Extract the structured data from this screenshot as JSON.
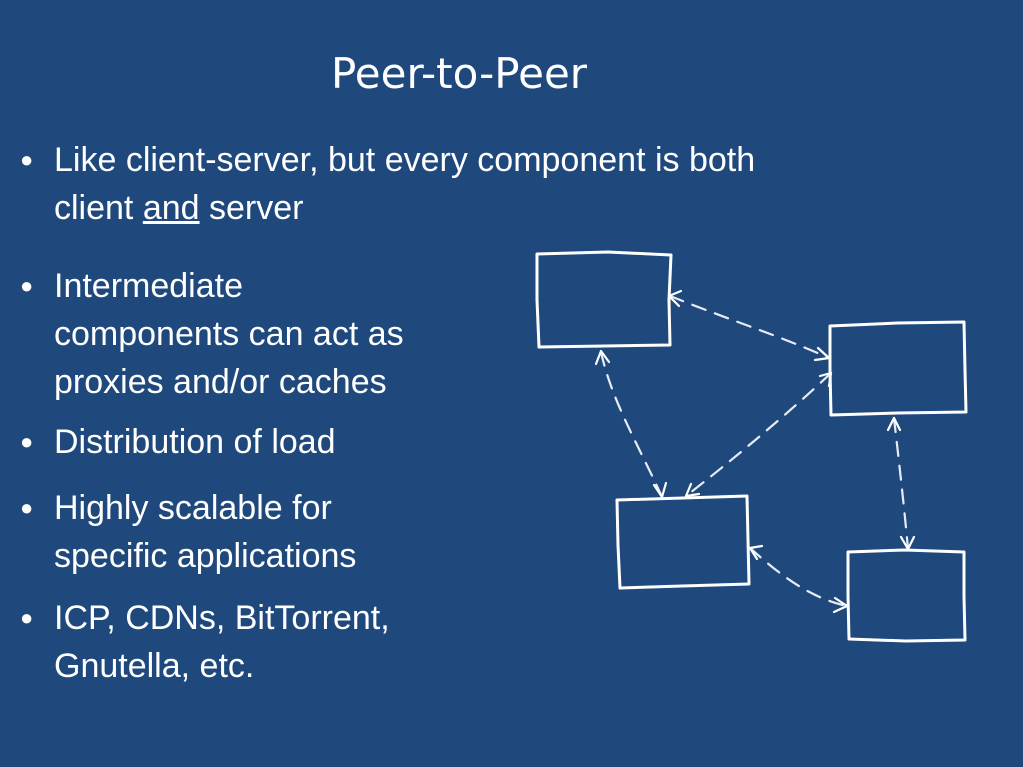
{
  "slide": {
    "title": "Peer-to-Peer",
    "bullet_glyph": "●",
    "bullets": [
      {
        "pre": "Like client-server, but every component is both\nclient ",
        "emph": "and",
        "post": " server"
      },
      {
        "text": "Intermediate\ncomponents can act as\nproxies and/or caches"
      },
      {
        "text": "Distribution of load"
      },
      {
        "text": "Highly scalable for\nspecific applications"
      },
      {
        "text": "ICP, CDNs, BitTorrent,\nGnutella, etc."
      }
    ]
  },
  "diagram": {
    "node_count": 4,
    "edges": [
      {
        "from": "node-top-left",
        "to": "node-right-upper",
        "bidirectional": true
      },
      {
        "from": "node-top-left",
        "to": "node-middle-left",
        "bidirectional": true
      },
      {
        "from": "node-right-upper",
        "to": "node-middle-left",
        "bidirectional": true
      },
      {
        "from": "node-right-upper",
        "to": "node-bottom-right",
        "bidirectional": true
      },
      {
        "from": "node-middle-left",
        "to": "node-bottom-right",
        "bidirectional": true
      }
    ]
  }
}
